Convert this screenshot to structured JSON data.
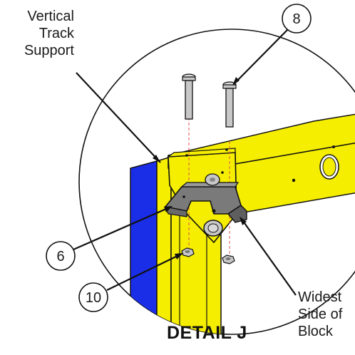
{
  "labels": {
    "vertical_track_support": [
      "Vertical",
      "Track",
      "Support"
    ],
    "widest_side_of_block": [
      "Widest",
      "Side of",
      "Block"
    ],
    "detail_title": "DETAIL J"
  },
  "balloons": {
    "b8": "8",
    "b6": "6",
    "b10": "10"
  },
  "colors": {
    "track_yellow": "#f5ee00",
    "track_yellow_shade": "#d8d000",
    "support_blue": "#1a2ee8",
    "block_gray": "#7a7a7a",
    "bolt_gray": "#c8c8c8",
    "hidden_line_red": "#e05050",
    "outline": "#111111"
  }
}
